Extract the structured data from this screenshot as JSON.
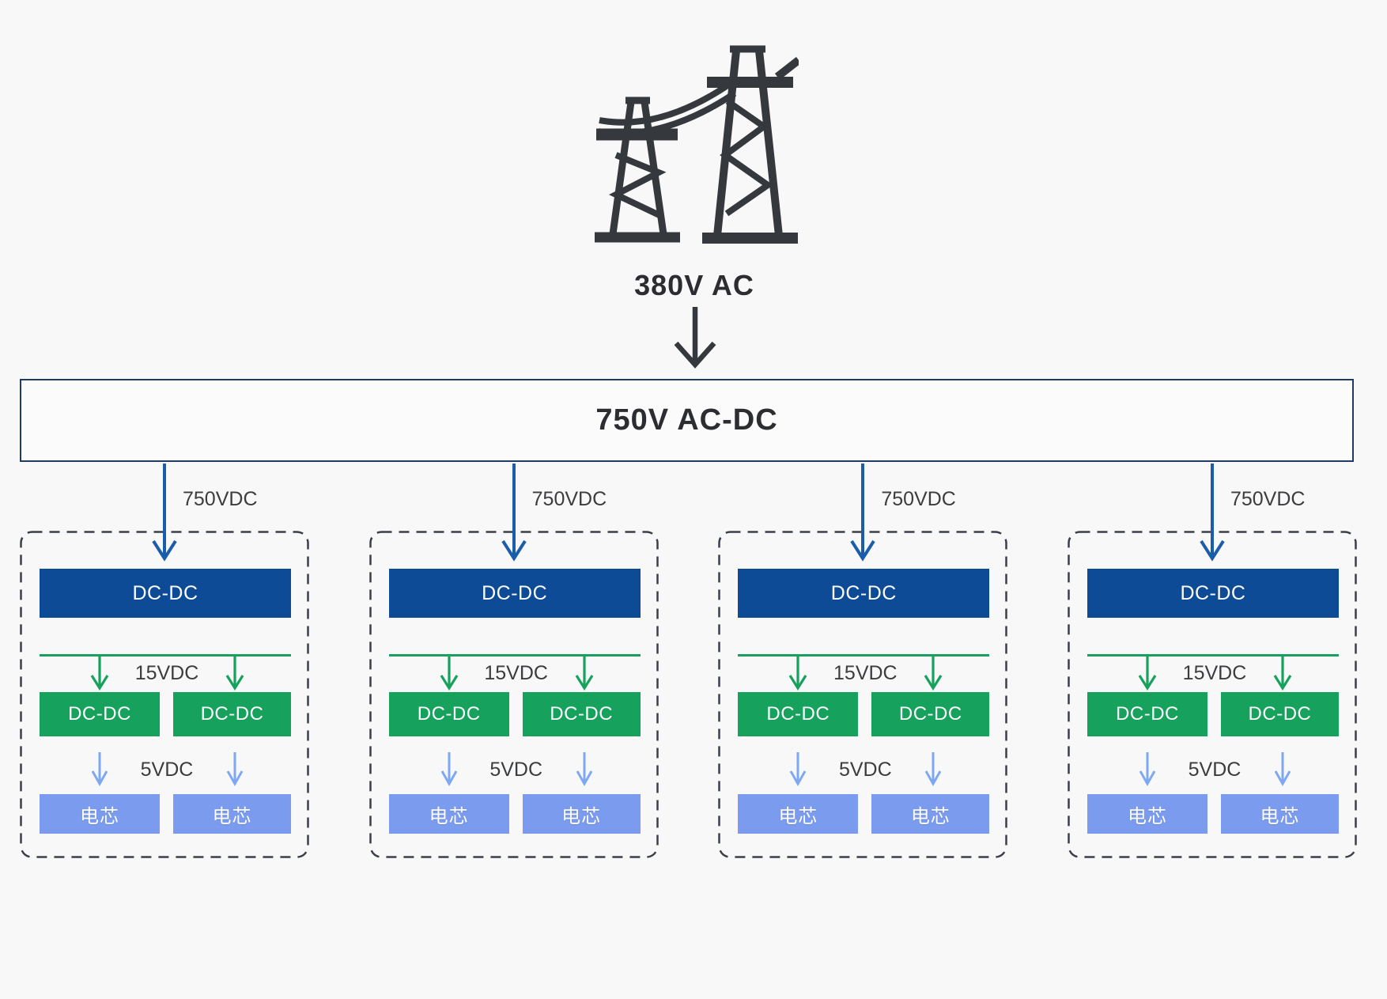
{
  "source": {
    "icon": "transmission-towers",
    "label": "380V AC"
  },
  "converter": {
    "label": "750V AC-DC"
  },
  "branches": [
    {
      "input_voltage": "750VDC",
      "primary_converter": "DC-DC",
      "bus_voltage": "15VDC",
      "secondary_converters": [
        "DC-DC",
        "DC-DC"
      ],
      "cell_voltage": "5VDC",
      "cells": [
        "电芯",
        "电芯"
      ]
    },
    {
      "input_voltage": "750VDC",
      "primary_converter": "DC-DC",
      "bus_voltage": "15VDC",
      "secondary_converters": [
        "DC-DC",
        "DC-DC"
      ],
      "cell_voltage": "5VDC",
      "cells": [
        "电芯",
        "电芯"
      ]
    },
    {
      "input_voltage": "750VDC",
      "primary_converter": "DC-DC",
      "bus_voltage": "15VDC",
      "secondary_converters": [
        "DC-DC",
        "DC-DC"
      ],
      "cell_voltage": "5VDC",
      "cells": [
        "电芯",
        "电芯"
      ]
    },
    {
      "input_voltage": "750VDC",
      "primary_converter": "DC-DC",
      "bus_voltage": "15VDC",
      "secondary_converters": [
        "DC-DC",
        "DC-DC"
      ],
      "cell_voltage": "5VDC",
      "cells": [
        "电芯",
        "电芯"
      ]
    }
  ],
  "colors": {
    "page_bg": "#F8F8F9",
    "ink": "#35383D",
    "title_ink": "#2C2D30",
    "label_ink": "#3B3C3E",
    "navy_border": "#1E3A66",
    "box_bg": "#FBFBFC",
    "primary_blue": "#0D4B97",
    "arrow_blue": "#1B5CAB",
    "green": "#16A15C",
    "cell_blue": "#7B9CEE",
    "arrow_light_blue": "#7FA8F2",
    "dash_border": "#3A3F47"
  }
}
